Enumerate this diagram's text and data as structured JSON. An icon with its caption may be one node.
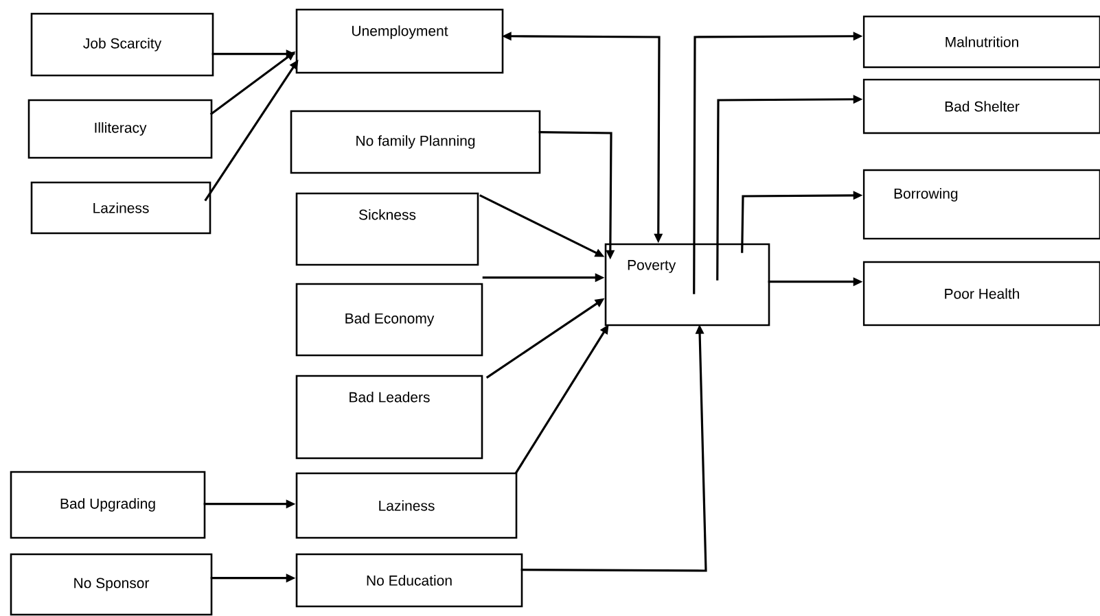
{
  "diagram": {
    "nodes": [
      {
        "text": [
          "Job Scarcity"
        ]
      },
      {
        "text": [
          "Illiteracy"
        ]
      },
      {
        "text": [
          "Laziness"
        ]
      },
      {
        "text": [
          "Unemployment"
        ]
      },
      {
        "text": [
          "No family Planning"
        ]
      },
      {
        "text": [
          "Sickness"
        ]
      },
      {
        "text": [
          "Bad Economy"
        ]
      },
      {
        "text": [
          "Bad Leaders"
        ]
      },
      {
        "text": [
          "Poverty"
        ]
      },
      {
        "text": [
          "Malnutrition"
        ]
      },
      {
        "text": [
          "Bad Shelter"
        ]
      },
      {
        "text": [
          "Borrowing"
        ]
      },
      {
        "text": [
          "Poor Health"
        ]
      },
      {
        "text": [
          "Bad Upgrading"
        ]
      },
      {
        "text": [
          "Laziness"
        ]
      },
      {
        "text": [
          "No Sponsor"
        ]
      },
      {
        "text": [
          "No Education"
        ]
      }
    ],
    "edges": [
      {
        "from": 0,
        "to": 3,
        "arrow": "to"
      },
      {
        "from": 1,
        "to": 3,
        "arrow": "to"
      },
      {
        "from": 2,
        "to": 3,
        "arrow": "to"
      },
      {
        "from": 8,
        "to": 3,
        "arrow": "both"
      },
      {
        "from": 4,
        "to": 8,
        "arrow": "to"
      },
      {
        "from": 5,
        "to": 8,
        "arrow": "to"
      },
      {
        "from": 6,
        "to": 8,
        "arrow": "to"
      },
      {
        "from": 7,
        "to": 8,
        "arrow": "to"
      },
      {
        "from": 14,
        "to": 8,
        "arrow": "to"
      },
      {
        "from": 16,
        "to": 8,
        "arrow": "to"
      },
      {
        "from": 8,
        "to": 9,
        "arrow": "to"
      },
      {
        "from": 8,
        "to": 10,
        "arrow": "to"
      },
      {
        "from": 8,
        "to": 11,
        "arrow": "to"
      },
      {
        "from": 8,
        "to": 12,
        "arrow": "to"
      },
      {
        "from": 13,
        "to": 14,
        "arrow": "to"
      },
      {
        "from": 15,
        "to": 16,
        "arrow": "to"
      }
    ]
  }
}
